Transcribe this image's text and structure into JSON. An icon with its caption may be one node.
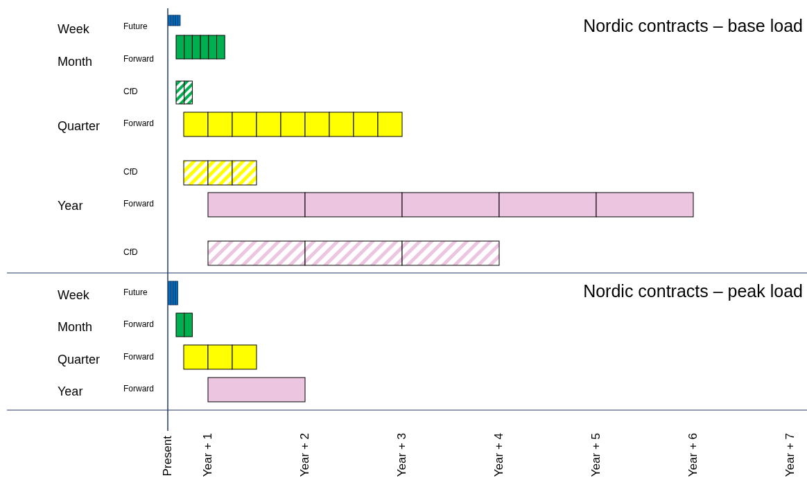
{
  "diagram": {
    "labels": [
      "Nordic contracts – base load",
      "Week",
      "Future",
      "Month",
      "Forward",
      "CfD",
      "Quarter",
      "Forward",
      "CfD",
      "Year",
      "Forward",
      "CfD",
      "Nordic contracts – peak load",
      "Week",
      "Future",
      "Month",
      "Forward",
      "Quarter",
      "Forward",
      "Year",
      "Forward",
      "Present",
      "Year + 1",
      "Year + 2",
      "Year + 3",
      "Year + 4",
      "Year + 5",
      "Year + 6",
      "Year + 7"
    ]
  }
}
